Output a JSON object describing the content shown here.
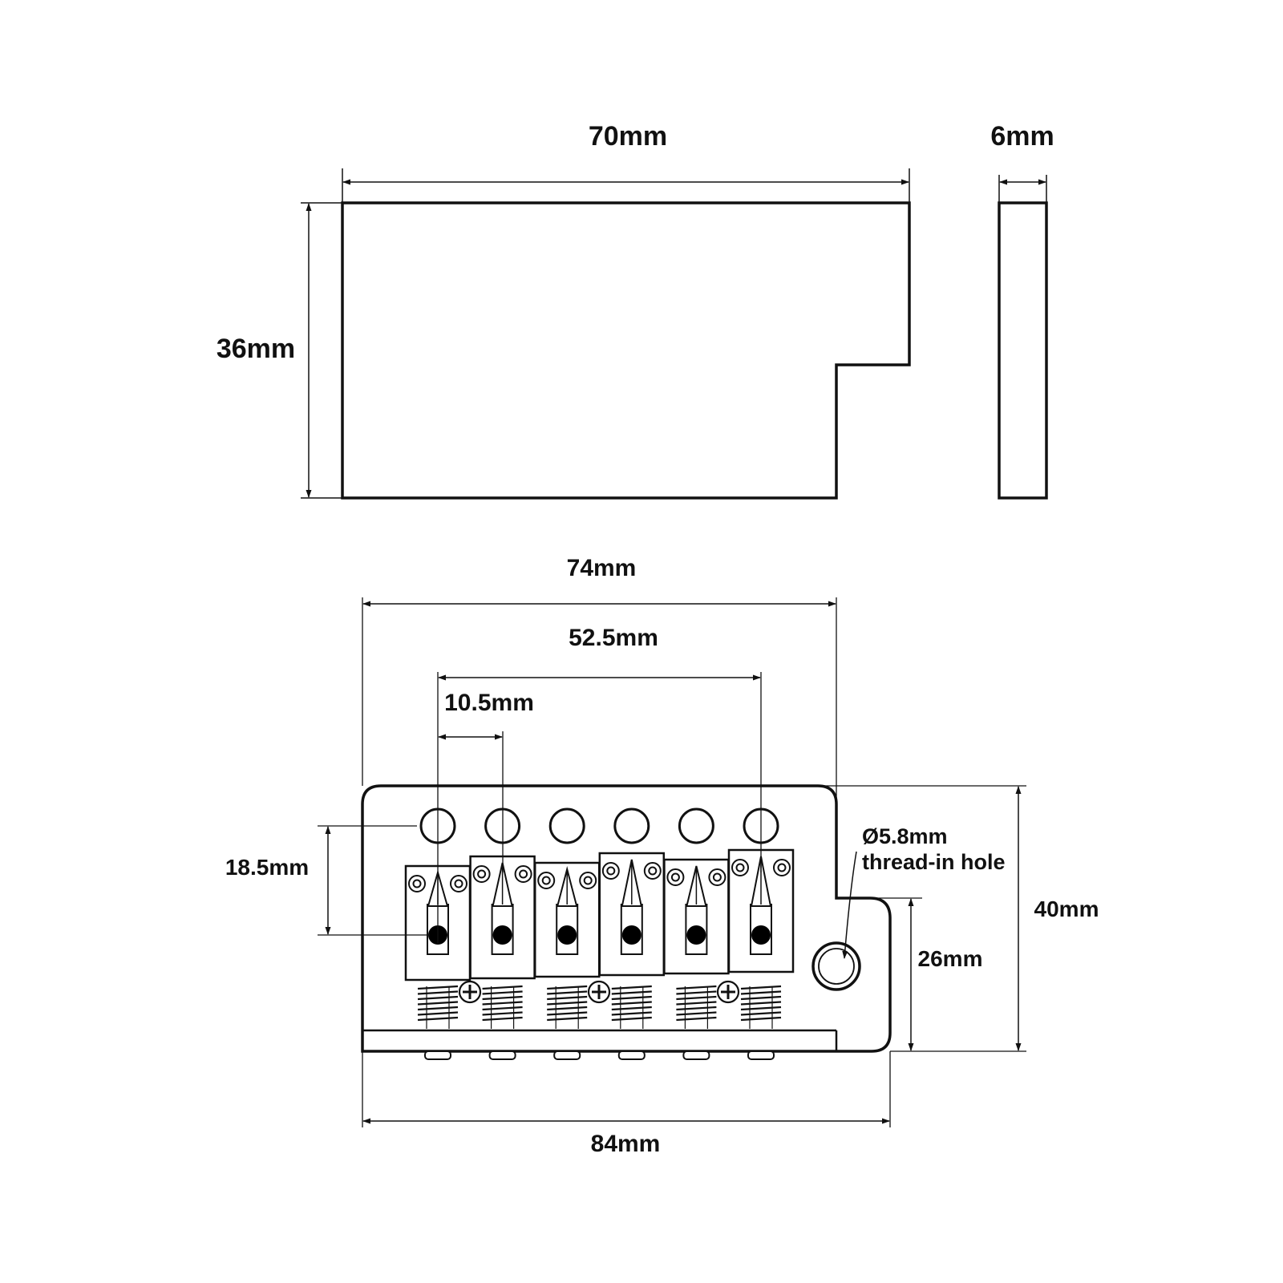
{
  "colors": {
    "ink": "#111111",
    "fill": "#ffffff",
    "screw_head": "#000000"
  },
  "tremolo_block": {
    "width_label": "70mm",
    "height_label": "36mm",
    "thickness_label": "6mm"
  },
  "bridge_plate": {
    "spacing_outer_label": "74mm",
    "spacing_strings_label": "52.5mm",
    "spacing_single_label": "10.5mm",
    "hole_to_saddle_label": "18.5mm",
    "plate_height_label": "40mm",
    "arm_side_height_label": "26mm",
    "total_width_label": "84mm",
    "hole_note": {
      "line1": "Ø5.8mm",
      "line2": "thread-in hole"
    },
    "string_count": 6
  }
}
